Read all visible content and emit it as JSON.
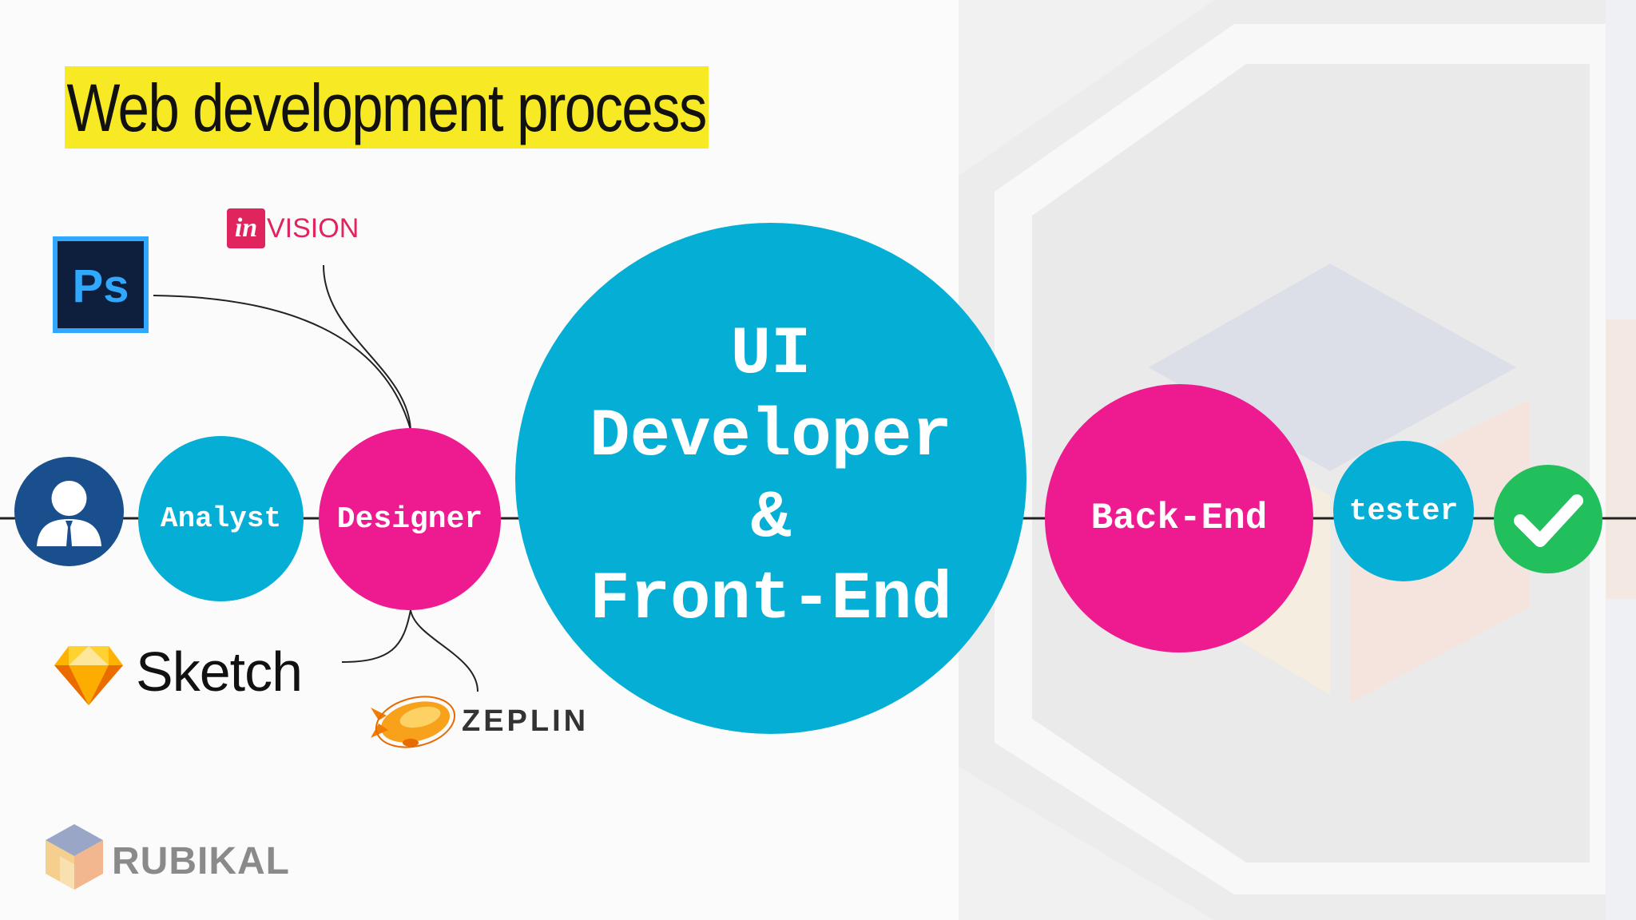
{
  "title": "Web development process",
  "nodes": {
    "analyst": "Analyst",
    "designer": "Designer",
    "ui_developer": [
      "UI",
      "Developer",
      "&",
      "Front-End"
    ],
    "back_end": "Back-End",
    "tester": "tester"
  },
  "tools": {
    "photoshop": "Ps",
    "invision_prefix": "in",
    "invision_suffix": "VISION",
    "sketch": "Sketch",
    "zeplin": "ZEPLIN"
  },
  "brand": {
    "name": "RUBIKAL"
  },
  "colors": {
    "blue": "#05aed4",
    "pink": "#ee1b90",
    "highlight": "#f7ea24",
    "check_green": "#22bf5d",
    "user_navy": "#1a4f8e"
  },
  "icons": [
    "user-icon",
    "checkmark-icon",
    "photoshop-icon",
    "invision-icon",
    "sketch-icon",
    "zeplin-icon",
    "rubikal-cube-icon"
  ]
}
